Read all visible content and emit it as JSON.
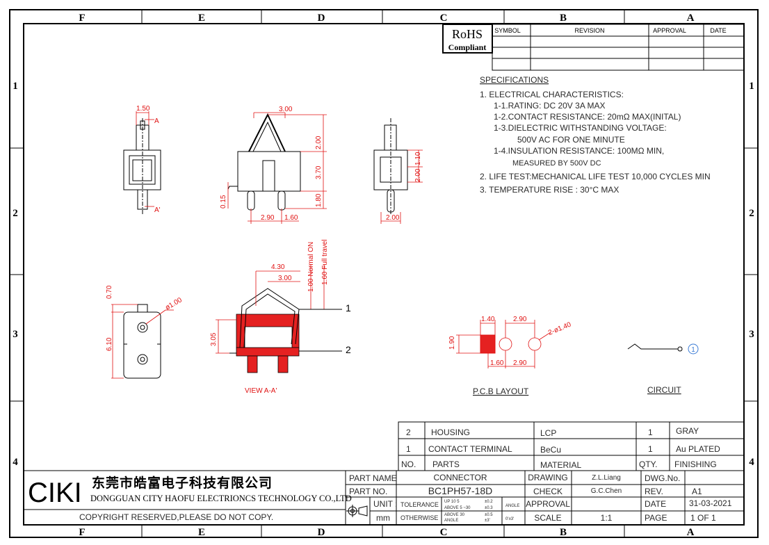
{
  "border": {
    "columns": [
      "F",
      "E",
      "D",
      "C",
      "B",
      "A"
    ],
    "rows": [
      "1",
      "2",
      "3",
      "4"
    ]
  },
  "rohs": {
    "line1": "RoHS",
    "line2": "Compliant"
  },
  "revision_table": {
    "headers": [
      "SYMBOL",
      "REVISION",
      "APPROVAL",
      "DATE"
    ]
  },
  "specifications": {
    "title": "SPECIFICATIONS",
    "lines": [
      "1. ELECTRICAL  CHARACTERISTICS:",
      "1-1.RATING:  DC  20V  3A  MAX",
      "1-2.CONTACT  RESISTANCE:  20mΩ  MAX(INITAL)",
      "1-3.DIELECTRIC  WITHSTANDING  VOLTAGE:",
      "500V  AC  FOR  ONE  MINUTE",
      "1-4.INSULATION  RESISTANCE:  100MΩ  MIN,",
      "MEASURED  BY  500V  DC",
      "2.  LIFE  TEST:MECHANICAL  LIFE  TEST  10,000  CYCLES  MIN",
      "3.  TEMPERATURE  RISE  :  30°C  MAX"
    ]
  },
  "dims": {
    "front_1_50": "1.50",
    "A": "A",
    "A_prime": "A'",
    "side_3_00": "3.00",
    "side_2_00": "2.00",
    "side_3_70": "3.70",
    "side_1_80": "1.80",
    "side_0_15": "0.15",
    "side_2_90": "2.90",
    "side_1_60": "1.60",
    "right_1_10": "1.10",
    "right_2_00v": "2.00",
    "right_2_00": "2.00",
    "bottom_0_70": "0.70",
    "bottom_6_10": "6.10",
    "bottom_phi": "ø1.00",
    "sec_4_30": "4.30",
    "sec_3_00": "3.00",
    "sec_1_00": "1.00 Normal ON",
    "sec_1_60": "1.60 Full travel",
    "sec_3_05": "3.05",
    "callout_1": "1",
    "callout_2": "2",
    "view_label": "VIEW  A-A'",
    "pcb_1_40": "1.40",
    "pcb_2_90a": "2.90",
    "pcb_2_phi": "2-ø1.40",
    "pcb_1_90": "1.90",
    "pcb_1_60": "1.60",
    "pcb_2_90b": "2.90",
    "pcb_label": "P.C.B  LAYOUT",
    "circuit_label": "CIRCUIT",
    "circuit_pin": "1"
  },
  "parts_table": {
    "rows": [
      {
        "no": "2",
        "part": "HOUSING",
        "material": "LCP",
        "qty": "1",
        "finishing": "GRAY"
      },
      {
        "no": "1",
        "part": "CONTACT  TERMINAL",
        "material": "BeCu",
        "qty": "1",
        "finishing": "Au  PLATED"
      }
    ],
    "header": {
      "no": "NO.",
      "part": "PARTS",
      "material": "MATERIAL",
      "qty": "QTY.",
      "finishing": "FINISHING"
    }
  },
  "company": {
    "logo": "CIKI",
    "name_cn": "东莞市皓富电子科技有限公司",
    "name_en": "DONGGUAN CITY HAOFU ELECTRIONCS TECHNOLOGY CO.,LTD",
    "copyright": "COPYRIGHT  RESERVED,PLEASE  DO  NOT  COPY."
  },
  "title_block": {
    "part_name_label": "PART NAME",
    "part_name": "CONNECTOR",
    "part_no_label": "PART NO.",
    "part_no": "BC1PH57-18D",
    "unit_label": "UNIT :",
    "unit": "mm",
    "tolerance": "TOLERANCE",
    "otherwise": "OTHERWISE",
    "tol_up_to_5": "UP 10 5",
    "tol_up_to_5_val": "±0.2",
    "tol_5_30": "ABOVE 5 ~30",
    "tol_5_30_val": "±0.3",
    "tol_above_30": "ABOVE 30",
    "tol_above_30_val": "±0.5",
    "tol_angle": "ANGLE",
    "tol_angle_val": "±3'",
    "angle_label": "ANGLE",
    "angle_val": "0'±3'",
    "drawing_label": "DRAWING",
    "drawing": "Z.L.Liang",
    "check_label": "CHECK",
    "check": "G.C.Chen",
    "approval_label": "APPROVAL",
    "approval": "",
    "scale_label": "SCALE",
    "scale": "1:1",
    "dwg_no_label": "DWG.No.",
    "dwg_no": "",
    "rev_label": "REV.",
    "rev": "A1",
    "date_label": "DATE",
    "date": "31-03-2021",
    "page_label": "PAGE",
    "page": "1  OF  1"
  },
  "colors": {
    "dimension": "#e01010",
    "fill": "#e52121"
  }
}
